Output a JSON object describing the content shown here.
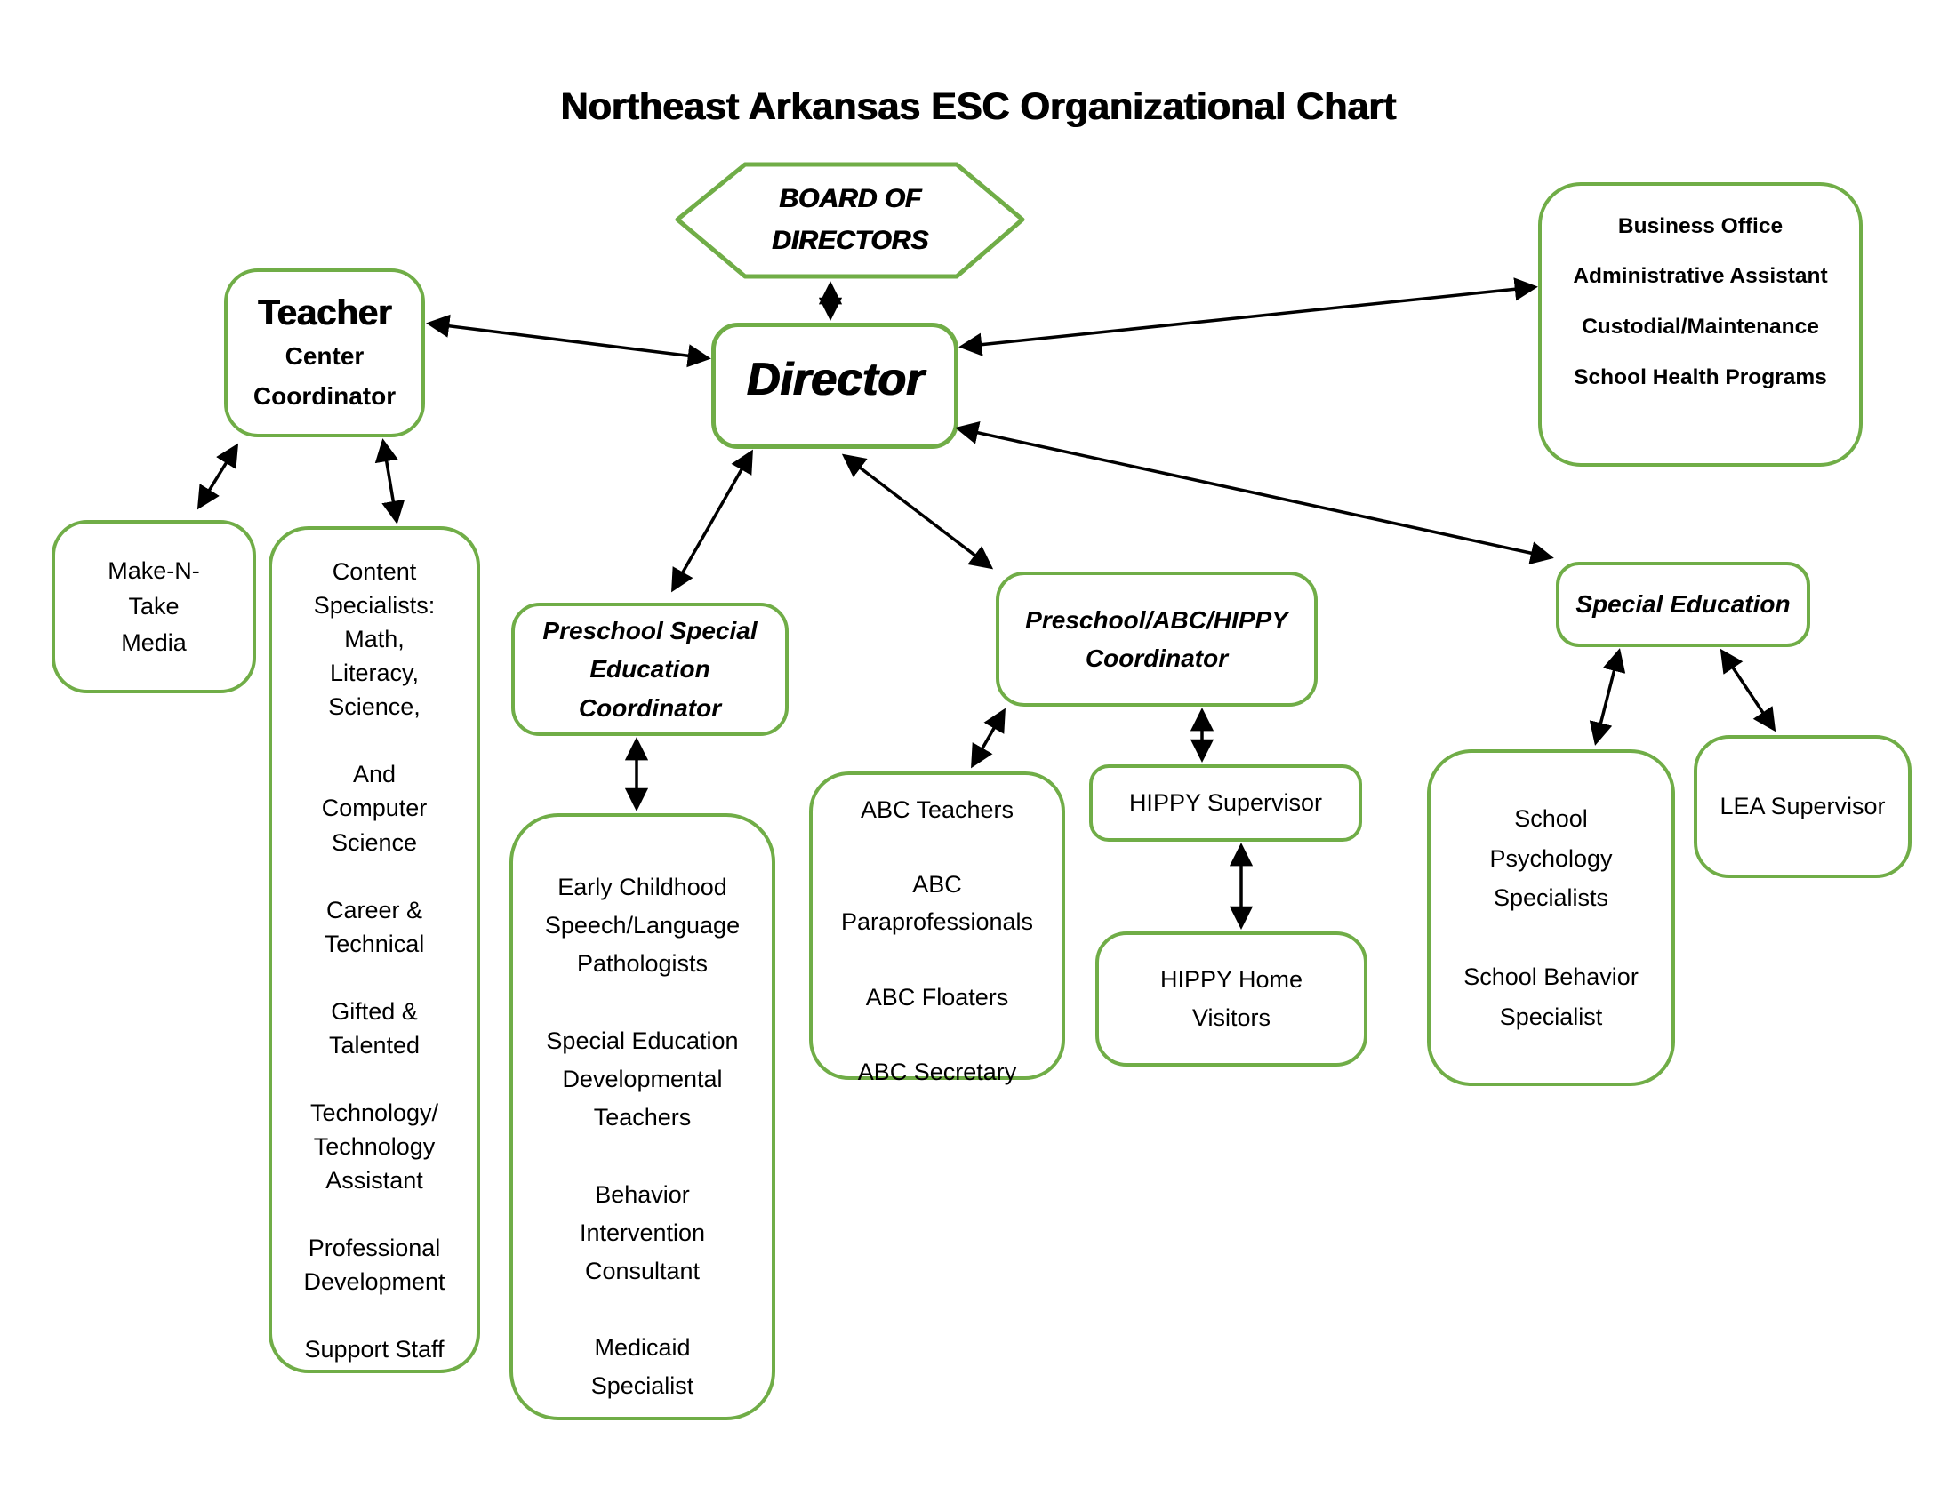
{
  "title": "Northeast Arkansas ESC Organizational Chart",
  "colors": {
    "node_border_green": "#70AD47",
    "arrow_black": "#000000",
    "text_black": "#000000"
  },
  "nodes": {
    "board_of_directors": {
      "label": "BOARD OF\nDIRECTORS"
    },
    "director": {
      "label": "Director"
    },
    "business_office": {
      "items": [
        "Business Office",
        "Administrative Assistant",
        "Custodial/Maintenance",
        "School Health Programs"
      ]
    },
    "teacher_center": {
      "title": "Teacher",
      "subtitle": "Center\nCoordinator"
    },
    "make_n_take": {
      "label": "Make-N-\nTake\nMedia"
    },
    "content_specialists": {
      "items": [
        "Content\nSpecialists:\nMath,\nLiteracy,\nScience,",
        "And\nComputer\nScience",
        "Career &\nTechnical",
        "Gifted &\nTalented",
        "Technology/\nTechnology\nAssistant",
        "Professional\nDevelopment",
        "Support Staff"
      ]
    },
    "preschool_special_education_coordinator": {
      "label": "Preschool Special\nEducation\nCoordinator"
    },
    "preschool_sped_staff": {
      "items": [
        "Early Childhood\nSpeech/Language\nPathologists",
        "Special Education\nDevelopmental\nTeachers",
        "Behavior\nIntervention\nConsultant",
        "Medicaid\nSpecialist"
      ]
    },
    "preschool_abc_hippy_coordinator": {
      "label": "Preschool/ABC/HIPPY\nCoordinator"
    },
    "abc_staff": {
      "items": [
        "ABC Teachers",
        "ABC\nParaprofessionals",
        "ABC Floaters",
        "ABC Secretary"
      ]
    },
    "hippy_supervisor": {
      "label": "HIPPY Supervisor"
    },
    "hippy_home_visitors": {
      "label": "HIPPY Home\nVisitors"
    },
    "special_education": {
      "label": "Special Education"
    },
    "special_education_staff": {
      "items": [
        "School\nPsychology\nSpecialists",
        "School Behavior\nSpecialist"
      ]
    },
    "lea_supervisor": {
      "label": "LEA Supervisor"
    }
  }
}
